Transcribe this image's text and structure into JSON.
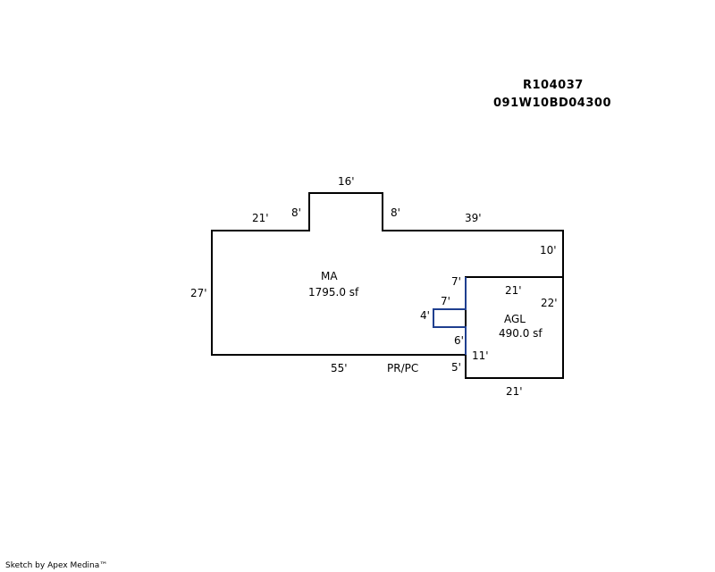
{
  "header": {
    "parcel_id": "R104037",
    "map_number": "091W10BD04300"
  },
  "areas": {
    "main": {
      "code": "MA",
      "area": "1795.0 sf"
    },
    "garage": {
      "code": "AGL",
      "area": "490.0 sf"
    }
  },
  "dimensions": {
    "main_top_left": "21'",
    "bump_left": "8'",
    "bump_top": "16'",
    "bump_right": "8'",
    "main_top_right": "39'",
    "right_upper": "10'",
    "main_left": "27'",
    "main_bottom": "55'",
    "garage_top": "21'",
    "garage_right": "22'",
    "garage_bottom": "21'",
    "garage_left": "11'",
    "notch_top": "7'",
    "notch_upper": "7'",
    "notch_side": "4'",
    "notch_lower": "6'",
    "step_lower": "5'"
  },
  "labels": {
    "porch": "PR/PC"
  },
  "footer": {
    "credit": "Sketch by Apex Medina™"
  },
  "colors": {
    "outline": "#000000",
    "garage_notch": "#1f3f8f"
  }
}
